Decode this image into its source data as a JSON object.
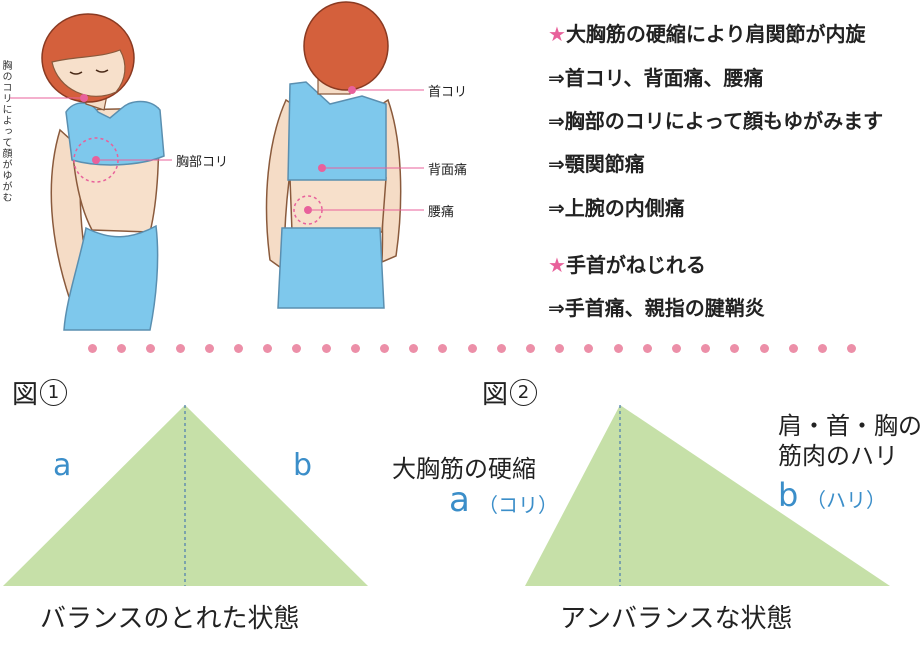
{
  "illustration": {
    "vertical_text": "胸のコリによって顔がゆがむ",
    "labels": {
      "chest_stiffness": "胸部コリ",
      "neck_stiffness": "首コリ",
      "back_pain": "背面痛",
      "lower_back_pain": "腰痛"
    }
  },
  "list": [
    {
      "star": "★",
      "text": "大胸筋の硬縮により肩関節が内旋"
    },
    {
      "star": "",
      "text": "⇒首コリ、背面痛、腰痛"
    },
    {
      "star": "",
      "text": "⇒胸部のコリによって顔もゆがみます"
    },
    {
      "star": "",
      "text": "⇒顎関節痛"
    },
    {
      "star": "",
      "text": "⇒上腕の内側痛"
    },
    {
      "star": "★",
      "text": "手首がねじれる"
    },
    {
      "star": "",
      "text": "⇒手首痛、親指の腱鞘炎"
    }
  ],
  "figure1": {
    "title": "図",
    "number": "1",
    "label_a": "a",
    "label_b": "b",
    "caption": "バランスのとれた状態"
  },
  "figure2": {
    "title": "図",
    "number": "2",
    "left_text": "大胸筋の硬縮",
    "label_a": "a",
    "label_a_note": "（コリ）",
    "right_text_line1": "肩・首・胸の",
    "right_text_line2": "筋肉のハリ",
    "label_b": "b",
    "label_b_note": "（ハリ）",
    "caption": "アンバランスな状態"
  },
  "colors": {
    "triangle": "#c6e0a8",
    "accent_pink": "#e8619b",
    "letter_blue": "#3b8ec9",
    "hair": "#d4603c",
    "top": "#7ec8ec"
  }
}
